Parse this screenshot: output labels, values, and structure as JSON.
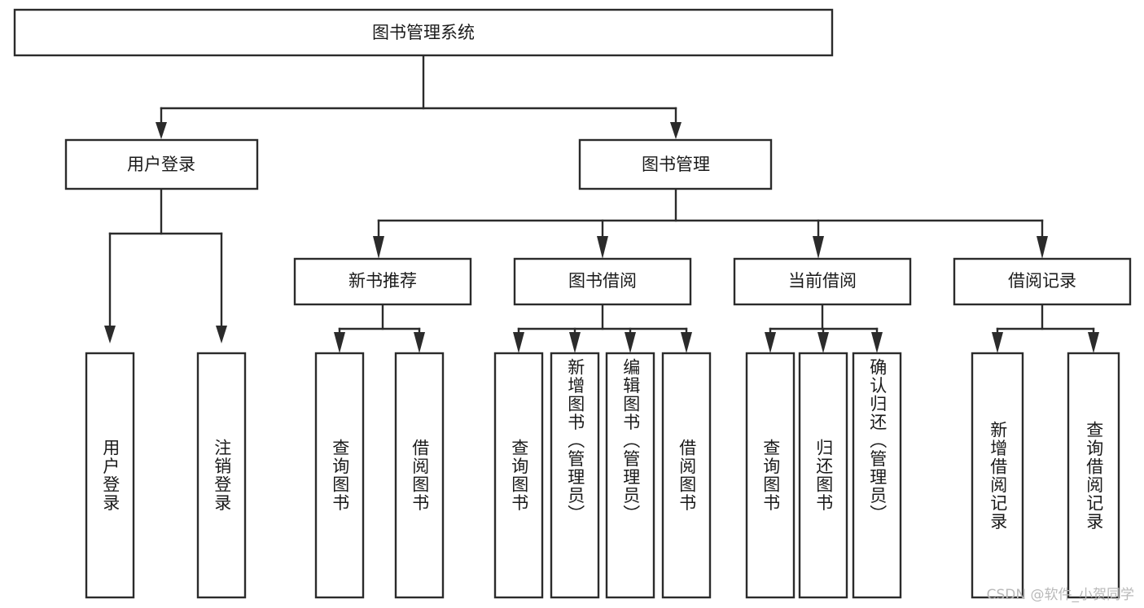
{
  "diagram": {
    "title": "图书管理系统",
    "type": "tree",
    "orientation": "top-down",
    "colors": {
      "box_fill": "#ffffff",
      "box_stroke": "#2b2b2b",
      "connector": "#2b2b2b",
      "text": "#1a1a1a",
      "background": "#ffffff",
      "watermark": "#b9b9b9"
    },
    "root": {
      "label": "图书管理系统",
      "orientation": "horizontal"
    },
    "level2": [
      {
        "label": "用户登录",
        "orientation": "horizontal"
      },
      {
        "label": "图书管理",
        "orientation": "horizontal"
      }
    ],
    "level3": [
      {
        "label": "新书推荐",
        "orientation": "horizontal"
      },
      {
        "label": "图书借阅",
        "orientation": "horizontal"
      },
      {
        "label": "当前借阅",
        "orientation": "horizontal"
      },
      {
        "label": "借阅记录",
        "orientation": "horizontal"
      }
    ],
    "leaves": {
      "user_login": [
        {
          "label": "用户登录",
          "orientation": "vertical"
        },
        {
          "label": "注销登录",
          "orientation": "vertical"
        }
      ],
      "new_book_recommend": [
        {
          "label": "查询图书",
          "orientation": "vertical"
        },
        {
          "label": "借阅图书",
          "orientation": "vertical"
        }
      ],
      "book_borrow": [
        {
          "label": "查询图书",
          "orientation": "vertical"
        },
        {
          "label": "新增图书（管理员）",
          "orientation": "vertical"
        },
        {
          "label": "编辑图书（管理员）",
          "orientation": "vertical"
        },
        {
          "label": "借阅图书",
          "orientation": "vertical"
        }
      ],
      "current_borrow": [
        {
          "label": "查询图书",
          "orientation": "vertical"
        },
        {
          "label": "归还图书",
          "orientation": "vertical"
        },
        {
          "label": "确认归还（管理员）",
          "orientation": "vertical"
        }
      ],
      "borrow_record": [
        {
          "label": "新增借阅记录",
          "orientation": "vertical"
        },
        {
          "label": "查询借阅记录",
          "orientation": "vertical"
        }
      ]
    }
  },
  "watermark": {
    "text": "CSDN @软件_小贺同学"
  }
}
